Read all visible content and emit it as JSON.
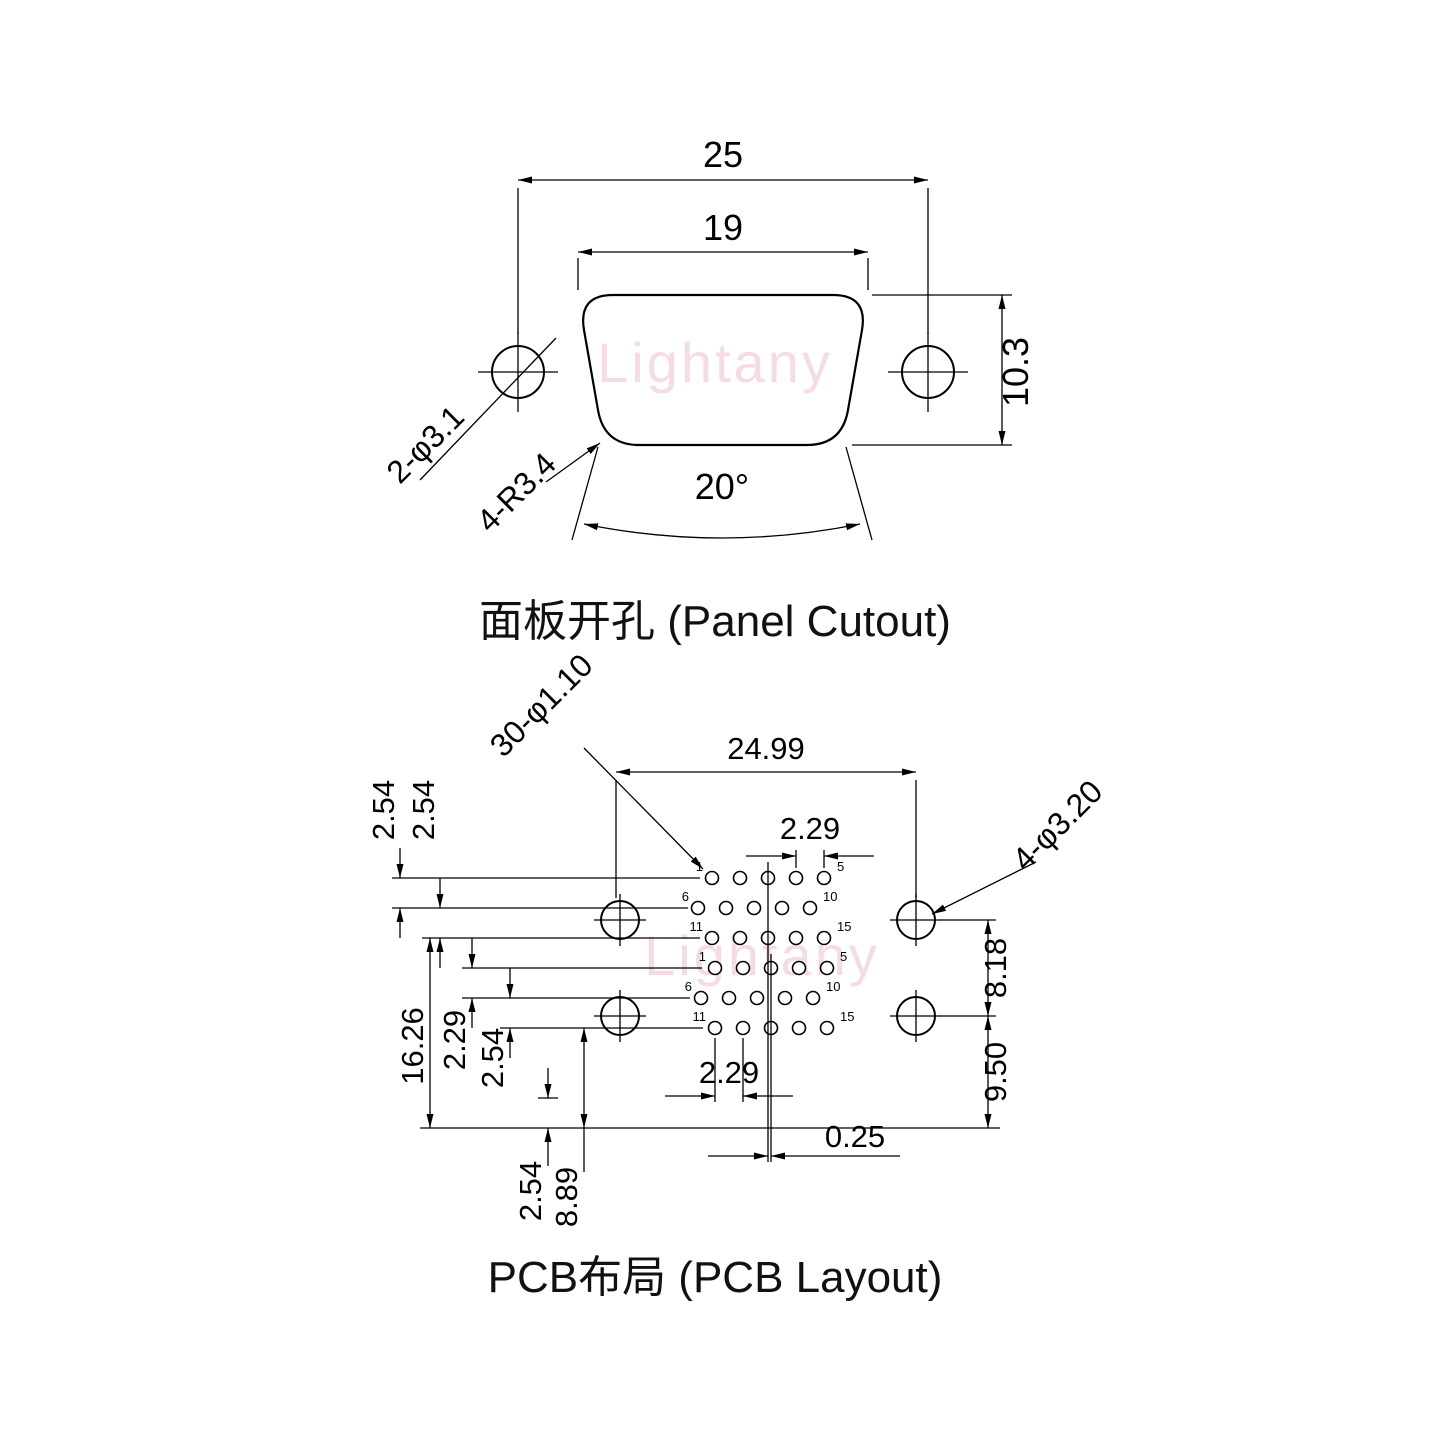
{
  "colors": {
    "line": "#000000",
    "watermark_pink": "#eec0c6",
    "background": "#ffffff"
  },
  "watermark": {
    "text": "Lightany"
  },
  "panel_cutout": {
    "title": "面板开孔 (Panel Cutout)",
    "dim_width_outer": "25",
    "dim_width_inner": "19",
    "dim_height": "10.3",
    "dim_angle": "20°",
    "label_side_holes": "2-φ3.1",
    "label_corner_radius": "4-R3.4"
  },
  "pcb_layout": {
    "title": "PCB布局 (PCB Layout)",
    "label_pin_holes": "30-φ1.10",
    "label_mounting_holes": "4-φ3.20",
    "dim_mount_span": "24.99",
    "dim_pitch_top": "2.29",
    "dim_254_1": "2.54",
    "dim_254_2": "2.54",
    "dim_1626": "16.26",
    "dim_229_left": "2.29",
    "dim_254_3": "2.54",
    "dim_254_4": "2.54",
    "dim_889": "8.89",
    "dim_229_bottom": "2.29",
    "dim_025": "0.25",
    "dim_818": "8.18",
    "dim_950": "9.50",
    "pin_numbers": [
      "1",
      "5",
      "6",
      "10",
      "11",
      "15"
    ]
  }
}
